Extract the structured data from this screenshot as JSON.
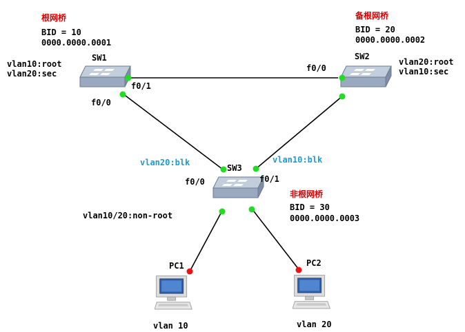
{
  "colors": {
    "root_label": "#dd0000",
    "blocked_label": "#1a9cd8",
    "link_line": "#000000",
    "port_up": "#22dd22",
    "port_down": "#ee1111",
    "switch_face": "#9aa9bf",
    "switch_top": "#c3cedd"
  },
  "switches": {
    "sw1": {
      "name": "SW1",
      "role": "根网桥",
      "bid_line": "BID = 10",
      "mac": "0000.0000.0001",
      "vlan_role_1": "vlan10:root",
      "vlan_role_2": "vlan20:sec",
      "port_right": "f0/1",
      "port_down": "f0/0"
    },
    "sw2": {
      "name": "SW2",
      "role": "备根网桥",
      "bid_line": "BID = 20",
      "mac": "0000.0000.0002",
      "vlan_role_1": "vlan20:root",
      "vlan_role_2": "vlan10:sec",
      "port_left": "f0/0"
    },
    "sw3": {
      "name": "SW3",
      "role": "非根网桥",
      "bid_line": "BID = 30",
      "mac": "0000.0000.0003",
      "vlan_role": "vlan10/20:non-root",
      "port_left": "f0/0",
      "port_right": "f0/1",
      "blocked_left": "vlan20:blk",
      "blocked_right": "vlan10:blk"
    }
  },
  "pcs": {
    "pc1": {
      "name": "PC1",
      "vlan": "vlan 10"
    },
    "pc2": {
      "name": "PC2",
      "vlan": "vlan 20"
    }
  },
  "links": [
    {
      "from": "sw1",
      "to": "sw2",
      "a_state": "up",
      "b_state": "up"
    },
    {
      "from": "sw1",
      "to": "sw3",
      "a_state": "up",
      "b_state": "up"
    },
    {
      "from": "sw2",
      "to": "sw3",
      "a_state": "up",
      "b_state": "up"
    },
    {
      "from": "sw3",
      "to": "pc1",
      "a_state": "up",
      "b_state": "down"
    },
    {
      "from": "sw3",
      "to": "pc2",
      "a_state": "up",
      "b_state": "down"
    }
  ]
}
